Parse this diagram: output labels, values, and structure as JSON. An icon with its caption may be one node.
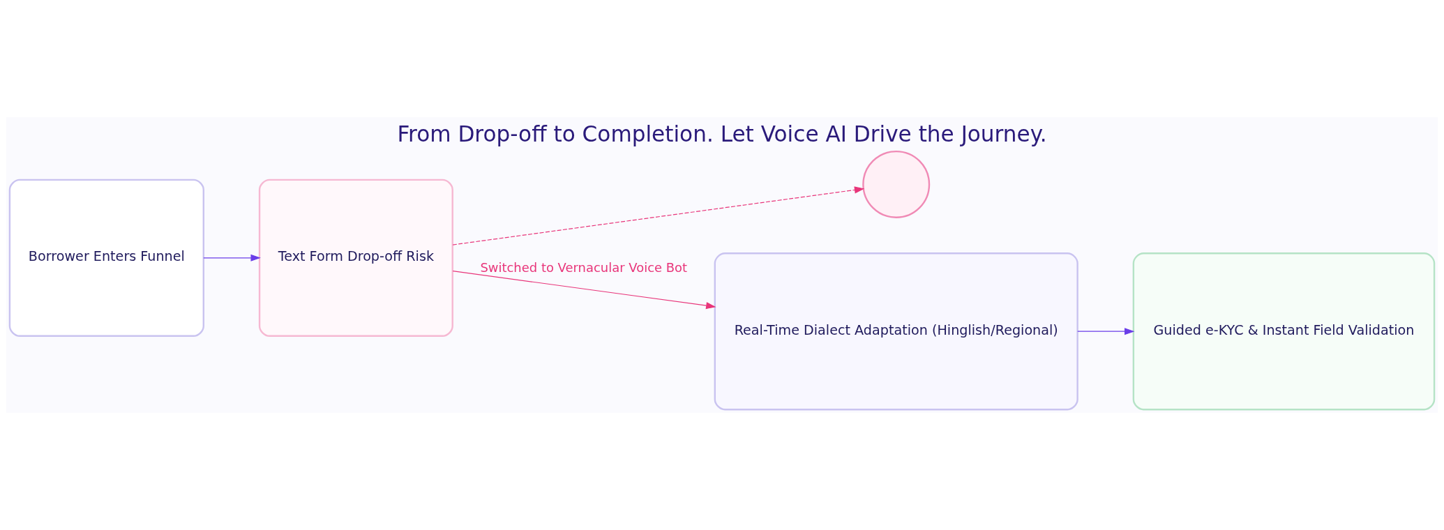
{
  "diagram": {
    "title": "From Drop-off to Completion. Let Voice AI Drive the Journey.",
    "nodes": [
      {
        "text": [
          "Borrower Enters Funnel"
        ]
      },
      {
        "text": [
          "Text Form Drop-off Risk"
        ]
      },
      {
        "text": [],
        "shape": "circle"
      },
      {
        "text": [
          "Real-Time Dialect Adaptation (Hinglish/Regional)"
        ]
      },
      {
        "text": [
          "Guided e-KYC & Instant Field Validation"
        ]
      }
    ],
    "edges": [
      {
        "from": 0,
        "to": 1,
        "arrow": "to"
      },
      {
        "from": 1,
        "to": 2,
        "arrow": "to",
        "style": "dashed",
        "color": "#e8357a"
      },
      {
        "from": 1,
        "to": 3,
        "arrow": "to",
        "label": "Switched to Vernacular Voice Bot",
        "color": "#e8357a"
      },
      {
        "from": 3,
        "to": 4,
        "arrow": "to"
      }
    ]
  }
}
